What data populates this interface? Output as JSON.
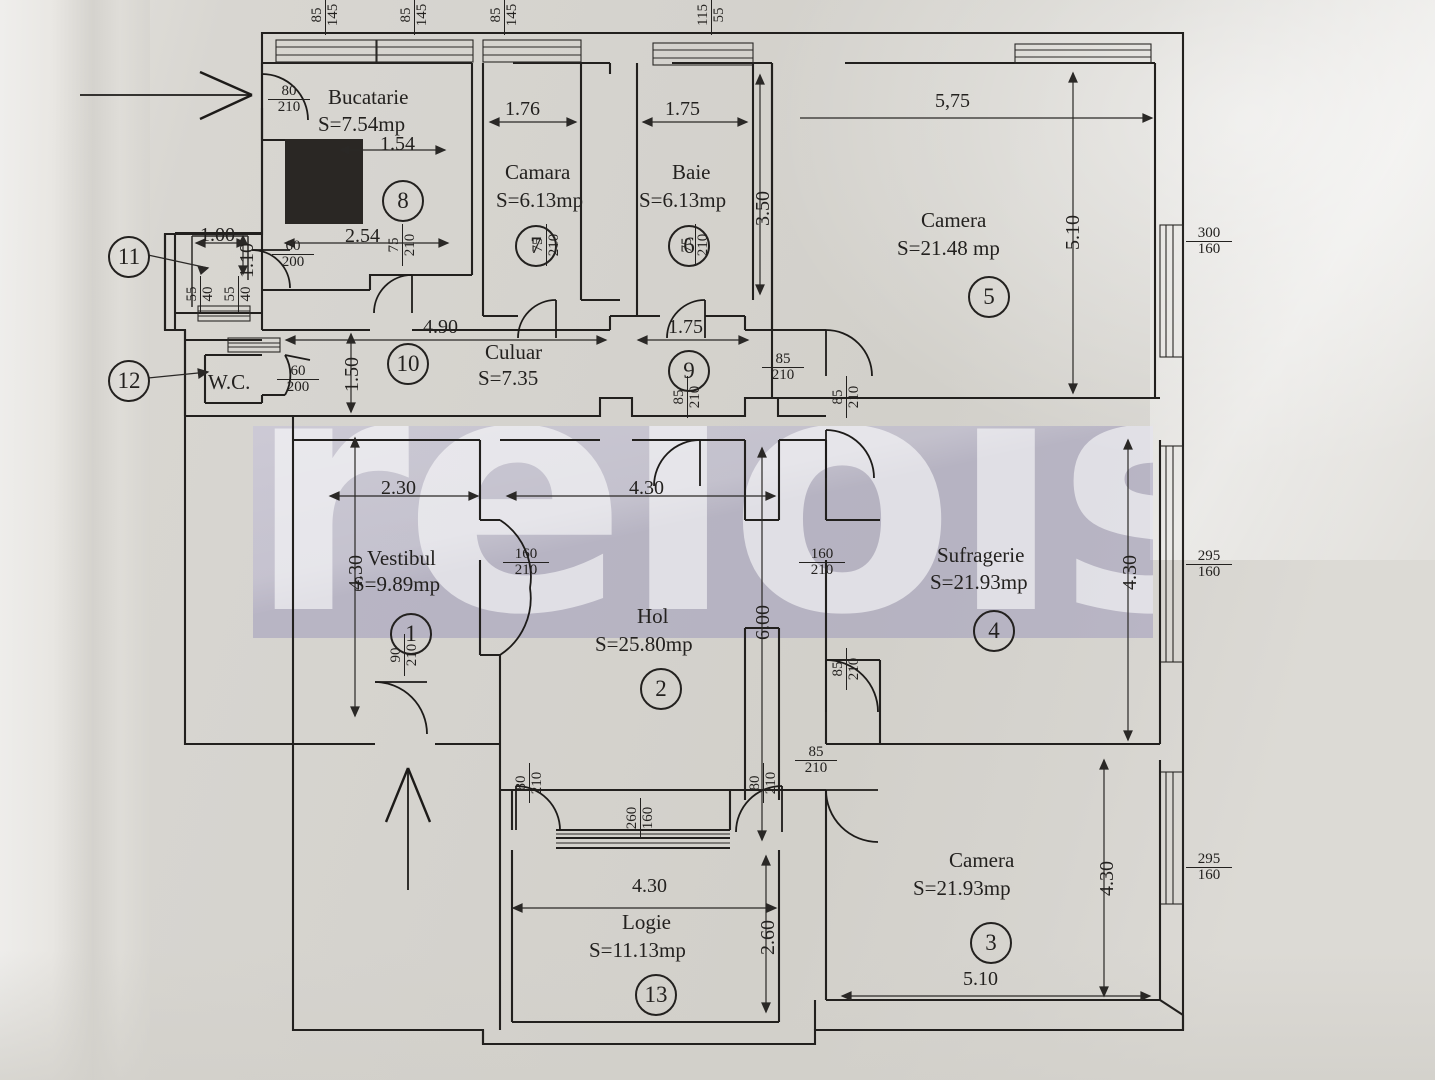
{
  "document": {
    "type": "architectural-floor-plan",
    "language": "ro",
    "watermark": "relois"
  },
  "rooms": [
    {
      "id": 1,
      "name": "Vestibul",
      "area_label": "S=9.89mp",
      "marker": "1"
    },
    {
      "id": 2,
      "name": "Hol",
      "area_label": "S=25.80mp",
      "marker": "2"
    },
    {
      "id": 3,
      "name": "Camera",
      "area_label": "S=21.93mp",
      "marker": "3"
    },
    {
      "id": 4,
      "name": "Sufragerie",
      "area_label": "S=21.93mp",
      "marker": "4"
    },
    {
      "id": 5,
      "name": "Camera",
      "area_label": "S=21.48 mp",
      "marker": "5"
    },
    {
      "id": 6,
      "name": "Baie",
      "area_label": "S=6.13mp",
      "marker": "6"
    },
    {
      "id": 7,
      "name": "Camara",
      "area_label": "S=6.13mp",
      "marker": "7"
    },
    {
      "id": 8,
      "name": "Bucatarie",
      "area_label": "S=7.54mp",
      "marker": "8"
    },
    {
      "id": 9,
      "name": "",
      "area_label": "",
      "marker": "9"
    },
    {
      "id": 10,
      "name": "Culuar",
      "area_label": "S=7.35",
      "marker": "10"
    },
    {
      "id": 11,
      "name": "",
      "area_label": "",
      "marker": "11"
    },
    {
      "id": 12,
      "name": "W.C.",
      "area_label": "",
      "marker": "12"
    },
    {
      "id": 13,
      "name": "Logie",
      "area_label": "S=11.13mp",
      "marker": "13"
    }
  ],
  "dimensions": {
    "bucatarie_w1": "1.54",
    "bucatarie_w2": "2.54",
    "camara_w": "1.76",
    "baie_w": "1.75",
    "baie_w2": "1.75",
    "baie_h": "3.50",
    "camera5_w": "5,75",
    "camera5_h": "5.10",
    "culuar_w": "4.90",
    "culuar_h": "1.50",
    "room11_w": "1.00",
    "room11_h": "1.10",
    "vestibul_w": "2.30",
    "vestibul_h": "4.30",
    "hol_w": "4.30",
    "hol_h": "6.00",
    "sufragerie_h": "4.30",
    "camera3_h": "4.30",
    "camera3_w": "5.10",
    "logie_w": "4.30",
    "logie_h": "2.60"
  },
  "openings": {
    "windows_top": [
      {
        "w": "85",
        "h": "145"
      },
      {
        "w": "85",
        "h": "145"
      },
      {
        "w": "85",
        "h": "145"
      },
      {
        "w": "115",
        "h": "55"
      }
    ],
    "windows_right": [
      {
        "w": "300",
        "h": "160"
      },
      {
        "w": "295",
        "h": "160"
      },
      {
        "w": "295",
        "h": "160"
      }
    ],
    "windows_small_left": [
      {
        "w": "55",
        "h": "40"
      },
      {
        "w": "55",
        "h": "40"
      }
    ],
    "window_logie": {
      "w": "260",
      "h": "160"
    },
    "doors": [
      {
        "w": "80",
        "h": "210",
        "where": "bucatarie-entry"
      },
      {
        "w": "60",
        "h": "200",
        "where": "room-11"
      },
      {
        "w": "60",
        "h": "200",
        "where": "wc"
      },
      {
        "w": "75",
        "h": "210",
        "where": "bucatarie-culuar"
      },
      {
        "w": "75",
        "h": "210",
        "where": "camara"
      },
      {
        "w": "75",
        "h": "210",
        "where": "baie"
      },
      {
        "w": "85",
        "h": "210",
        "where": "culuar-right"
      },
      {
        "w": "85",
        "h": "210",
        "where": "hol-culuar"
      },
      {
        "w": "85",
        "h": "210",
        "where": "sufragerie-culuar"
      },
      {
        "w": "160",
        "h": "210",
        "where": "vestibul-hol"
      },
      {
        "w": "160",
        "h": "210",
        "where": "hol-sufragerie"
      },
      {
        "w": "90",
        "h": "210",
        "where": "vestibul-exit"
      },
      {
        "w": "85",
        "h": "210",
        "where": "sufragerie-lower"
      },
      {
        "w": "85",
        "h": "210",
        "where": "camera3"
      },
      {
        "w": "80",
        "h": "210",
        "where": "logie-left"
      },
      {
        "w": "80",
        "h": "210",
        "where": "logie-right"
      }
    ]
  },
  "colors": {
    "paper": "#d6d4cf",
    "ink": "#23211f",
    "watermark_band": "#8e8ab4",
    "watermark_text": "#ffffff"
  }
}
